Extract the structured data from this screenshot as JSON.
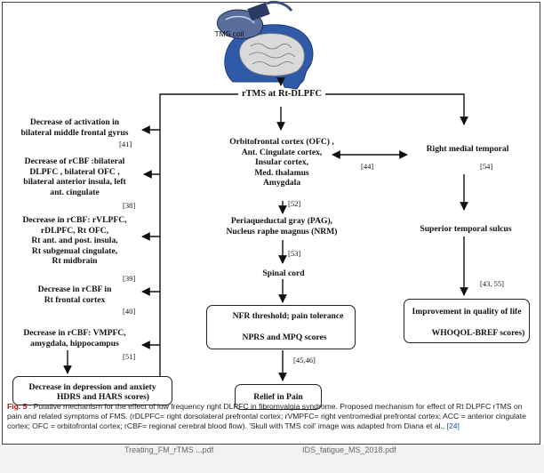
{
  "figure": {
    "coil_label": "TMS coil",
    "top_node": "rTMS at Rt-DLPFC",
    "left_column": [
      {
        "text": "Decrease of activation in\nbilateral middle frontal gyrus",
        "cite": "[41]"
      },
      {
        "text": "Decrease of rCBF :bilateral\nDLPFC , bilateral OFC ,\nbilateral anterior insula,  left\nant. cingulate",
        "cite": "[38]"
      },
      {
        "text": "Decrease in rCBF: rVLPFC,\nrDLPFC,  Rt OFC,\nRt ant. and post. insula,\nRt subgenual cingulate,\nRt midbrain",
        "cite": "[39]"
      },
      {
        "text": "Decrease in rCBF in\nRt frontal cortex",
        "cite": "[40]"
      },
      {
        "text": "Decrease in rCBF: VMPFC,\namygdala, hippocampus",
        "cite": "[51]"
      }
    ],
    "left_outcome_line1": "Decrease in depression and anxiety",
    "left_outcome_line2": "HDRS and HARS scores)",
    "center_column": [
      {
        "text": "Orbitofrontal cortex (OFC) ,\nAnt. Cingulate cortex,\nInsular cortex,\nMed. thalamus\nAmygdala",
        "cite": "[52]"
      },
      {
        "text": "Periaqueductal gray (PAG),\nNucleus raphe magnus (NRM)",
        "cite": "[53]"
      },
      {
        "text": "Spinal cord",
        "cite": "[45,46]"
      }
    ],
    "center_cross_cite": "[44]",
    "center_outcome_line1": "NFR threshold; pain tolerance",
    "center_outcome_line2": "NPRS and MPQ scores",
    "relief": "Relief in Pain",
    "right_column": [
      {
        "text": "Right medial temporal",
        "cite": "[54]"
      },
      {
        "text": "Superior temporal sulcus",
        "cite": "[43, 55]"
      }
    ],
    "right_outcome_line1": "Improvement in quality of life",
    "right_outcome_line2": "WHOQOL-BREF scores)"
  },
  "caption": {
    "label": "Fig. 5",
    "text": " : Putative mechanism for the effect of low frequency right DLPFC in fibromyalgia syndrome. Proposed mechanism for effect of Rt DLPFC rTMS on pain and related symptoms of FMS. (rDLPFC= right dorsolateral prefrontal cortex; rVMPFC= right ventromedial prefrontal cortex; ACC = anterior cingulate cortex; OFC = orbitofrontal cortex; rCBF= regional cerebral blood flow). 'Skull with TMS coil' image was adapted from Diana et al., ",
    "ref": "[24]"
  },
  "footer": {
    "tab1": "Treating_FM_rTMS ...pdf",
    "tab2": "IDS_fatigue_MS_2018.pdf"
  }
}
